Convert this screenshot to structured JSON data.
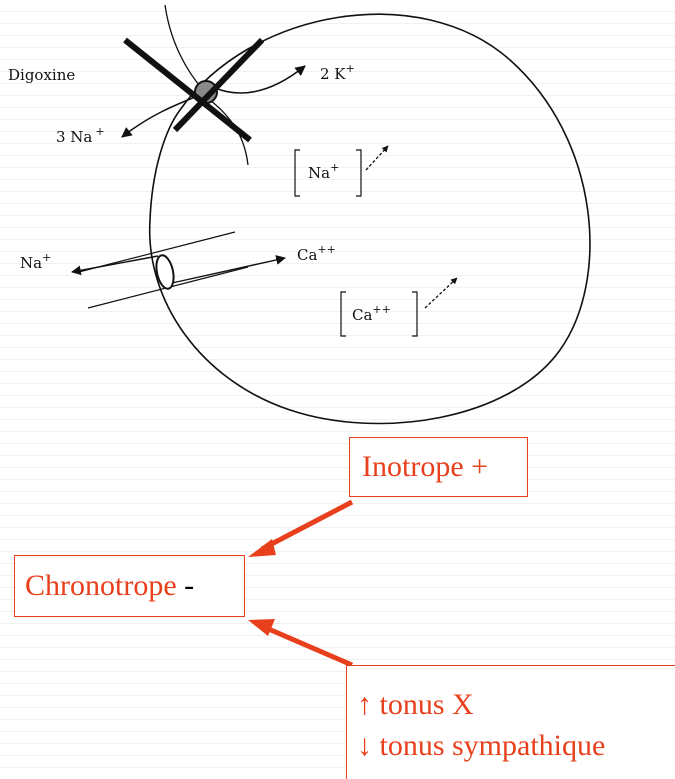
{
  "diagram": {
    "labels": {
      "digoxine": "Digoxine",
      "k_out": "2 K",
      "k_out_sup": "+",
      "na_in": "3 Na",
      "na_in_sup": "+",
      "na_conc": "Na",
      "na_conc_sup": "+",
      "na_exchanger": "Na",
      "na_exchanger_sup": "+",
      "ca_exchanger": "Ca",
      "ca_exchanger_sup": "++",
      "ca_conc": "Ca",
      "ca_conc_sup": "++"
    }
  },
  "effects": {
    "inotrope": "Inotrope +",
    "chronotrope": "Chronotrope",
    "chronotrope_sign": "-",
    "tonus_x": "↑ tonus X",
    "tonus_sympathique": "↓ tonus sympathique"
  },
  "colors": {
    "accent": "#e8401c",
    "line": "#111111"
  }
}
